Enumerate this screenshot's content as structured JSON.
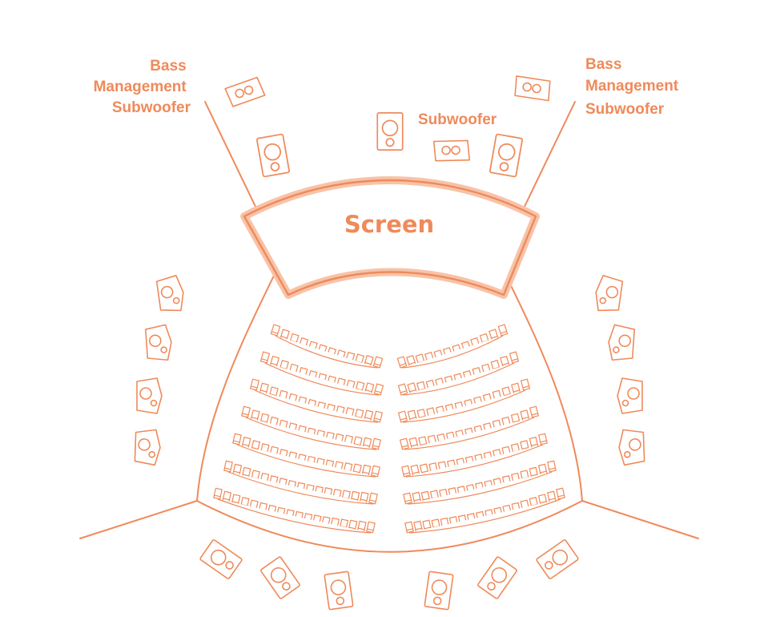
{
  "labels": {
    "bass_left": [
      "Bass",
      "Management",
      "Subwoofer"
    ],
    "bass_right": [
      "Bass",
      "Management",
      "Subwoofer"
    ],
    "subwoofer": "Subwoofer",
    "screen": "Screen"
  },
  "colors": {
    "accent": "#ef8a5a",
    "screen_glow": "#f7c3a8"
  },
  "icons": [
    "speaker-icon",
    "subwoofer-icon",
    "seat-icon"
  ],
  "seating": {
    "rows": 7,
    "seats_left": [
      12,
      13,
      14,
      15,
      16,
      17,
      18
    ],
    "seats_right": [
      12,
      13,
      14,
      15,
      16,
      17,
      18
    ]
  },
  "surround_speakers": {
    "left_wall": 4,
    "right_wall": 4,
    "rear": 6
  }
}
